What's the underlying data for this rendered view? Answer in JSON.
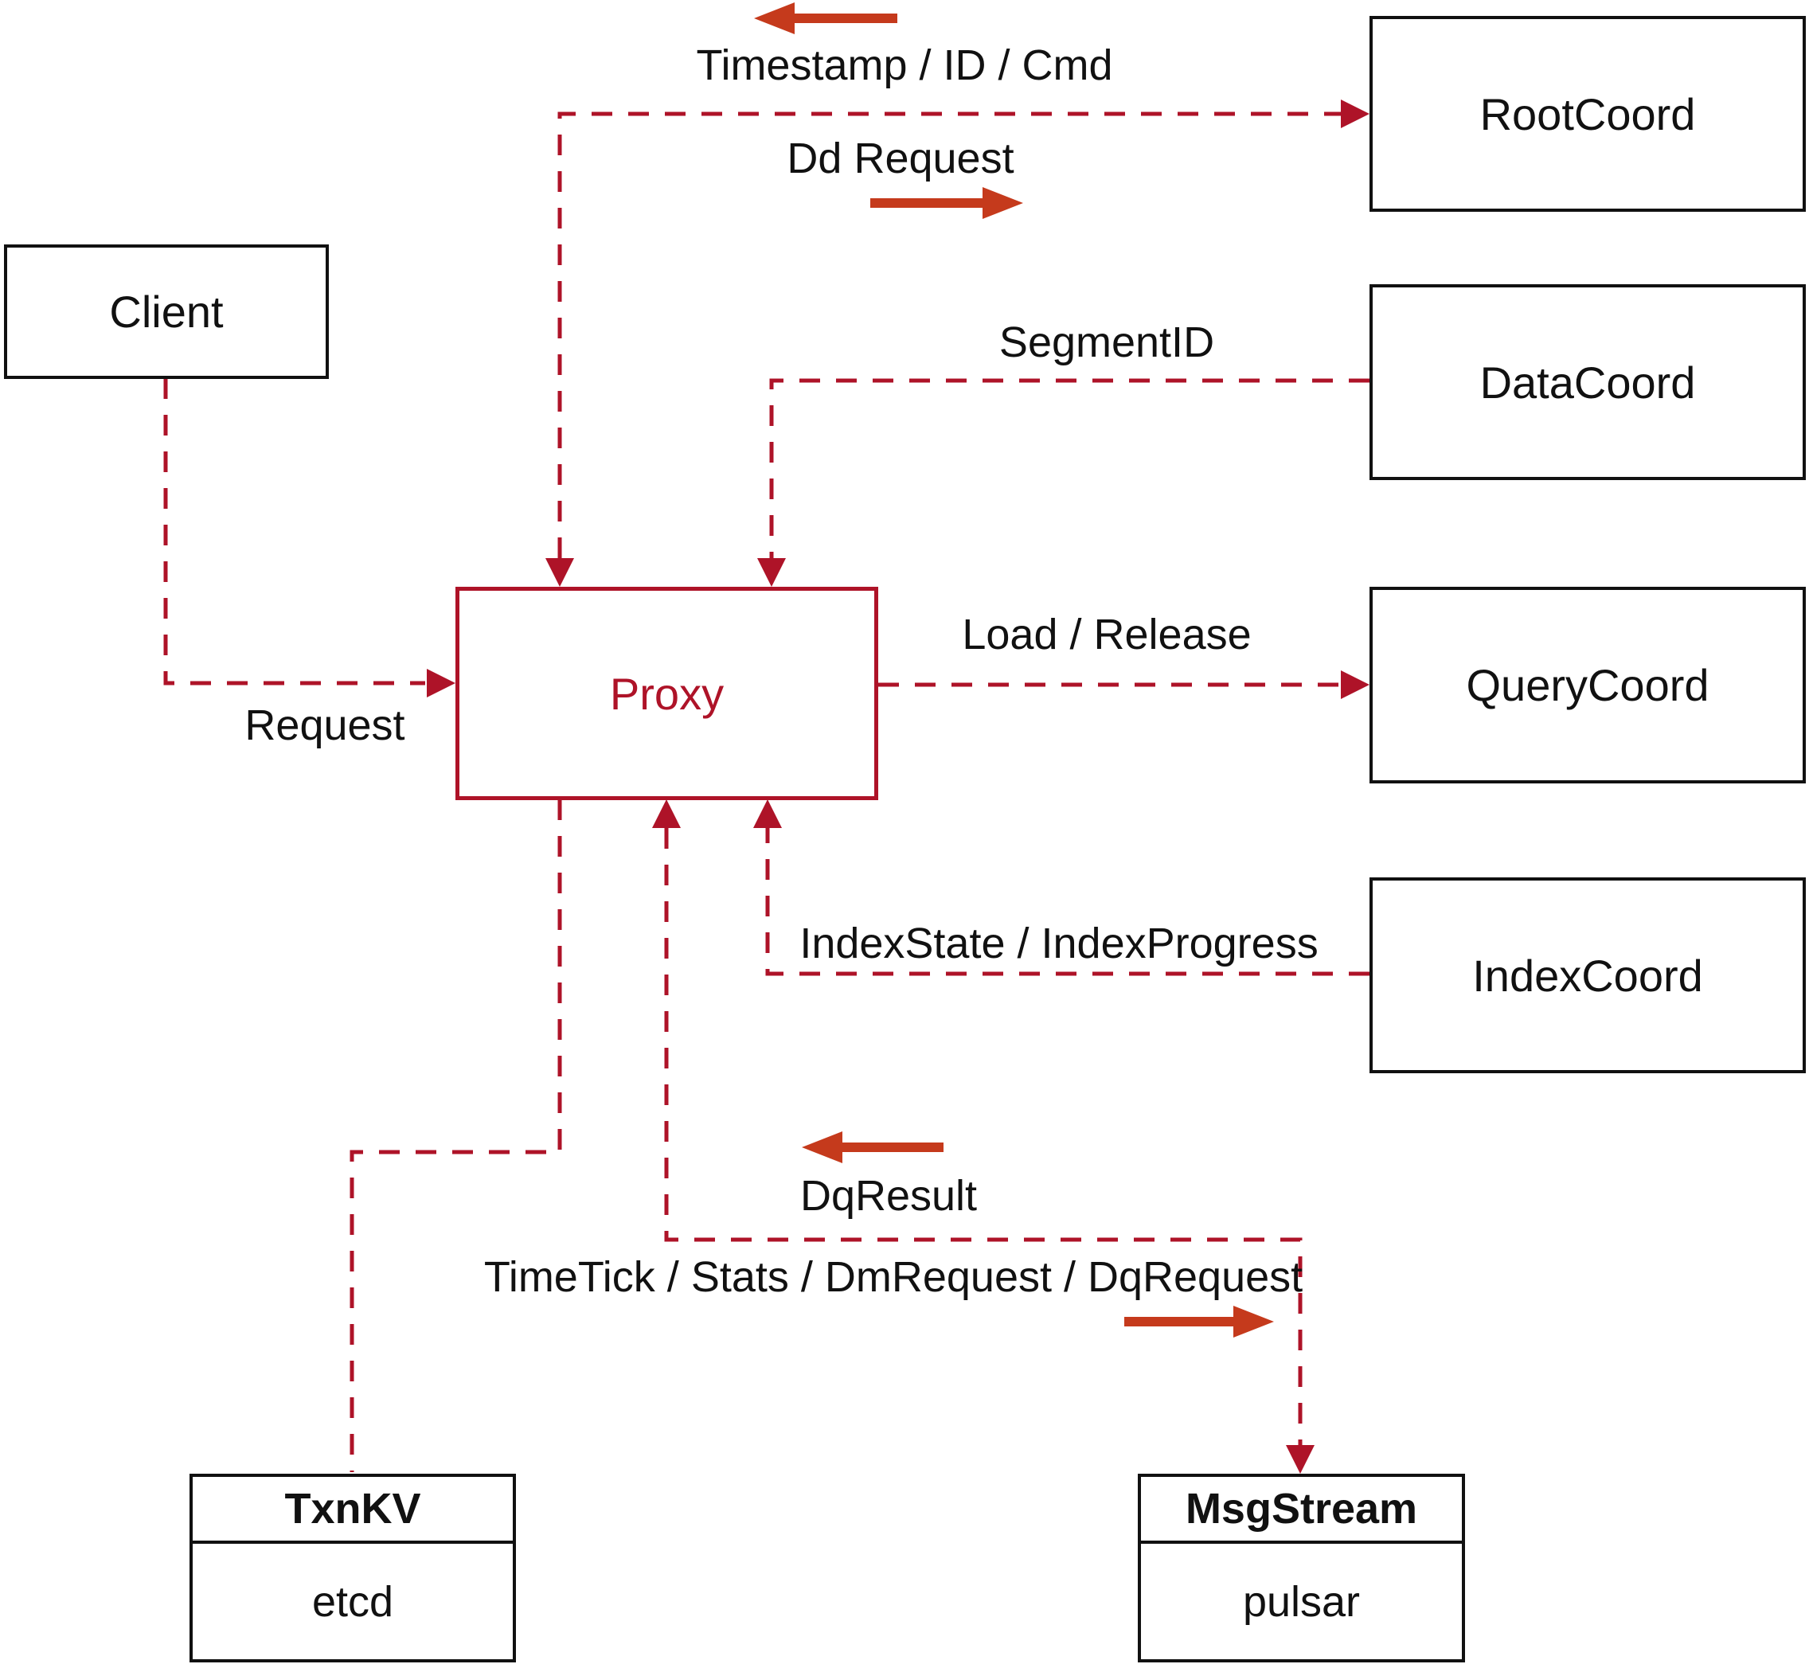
{
  "diagram": {
    "nodes": {
      "client": {
        "label": "Client"
      },
      "proxy": {
        "label": "Proxy"
      },
      "rootcoord": {
        "label": "RootCoord"
      },
      "datacoord": {
        "label": "DataCoord"
      },
      "querycoord": {
        "label": "QueryCoord"
      },
      "indexcoord": {
        "label": "IndexCoord"
      },
      "txnkv": {
        "label": "TxnKV",
        "sublabel": "etcd"
      },
      "msgstream": {
        "label": "MsgStream",
        "sublabel": "pulsar"
      }
    },
    "edges": [
      {
        "from": "Client",
        "to": "Proxy",
        "label": "Request",
        "line": "dashed",
        "arrows": "to"
      },
      {
        "from": "Proxy",
        "to": "RootCoord",
        "line": "dashed",
        "arrows": "both",
        "request_label": "Dd Request",
        "response_label": "Timestamp / ID / Cmd"
      },
      {
        "from": "DataCoord",
        "to": "Proxy",
        "label": "SegmentID",
        "line": "dashed",
        "arrows": "to"
      },
      {
        "from": "Proxy",
        "to": "QueryCoord",
        "label": "Load / Release",
        "line": "dashed",
        "arrows": "to"
      },
      {
        "from": "IndexCoord",
        "to": "Proxy",
        "label": "IndexState / IndexProgress",
        "line": "dashed",
        "arrows": "to"
      },
      {
        "from": "Proxy",
        "to": "MsgStream",
        "line": "dashed",
        "arrows": "both",
        "request_label": "TimeTick / Stats / DmRequest / DqRequest",
        "response_label": "DqResult"
      },
      {
        "from": "Proxy",
        "to": "TxnKV",
        "line": "dashed",
        "arrows": "none"
      }
    ],
    "icons": {
      "top_response": "left-arrow-icon",
      "top_request": "right-arrow-icon",
      "bottom_response": "left-arrow-icon",
      "bottom_request": "right-arrow-icon"
    },
    "colors": {
      "line_red": "#ae1328",
      "arrow_red": "#c53a1c",
      "box_border": "#111111",
      "text": "#111111",
      "background": "#ffffff"
    }
  }
}
